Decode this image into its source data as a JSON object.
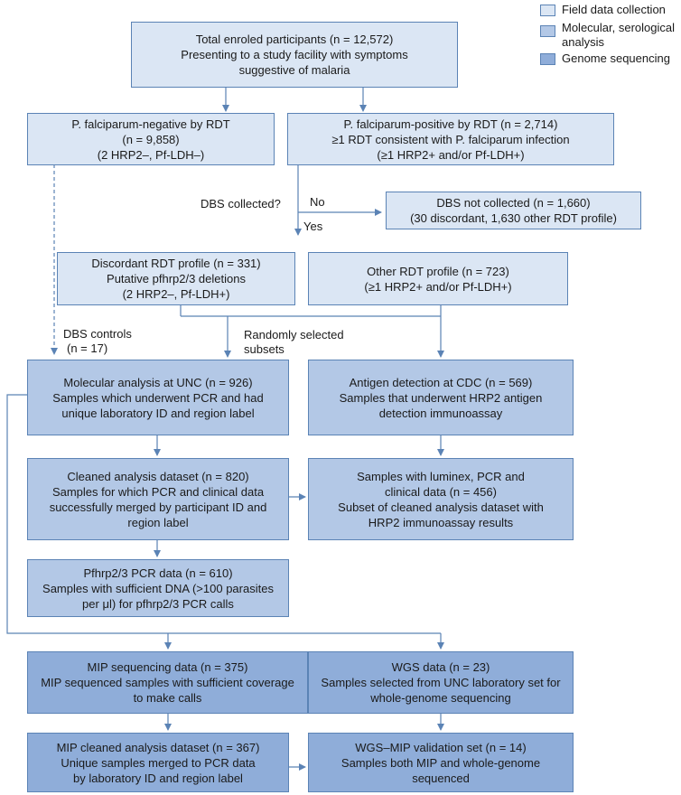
{
  "legend": {
    "field": "Field data collection",
    "molecular_line1": "Molecular, serological",
    "molecular_line2": "analysis",
    "genome": "Genome sequencing"
  },
  "boxes": {
    "total": [
      "Total enroled participants (n = 12,572)",
      "Presenting to a study facility with symptoms",
      "suggestive of malaria"
    ],
    "negative": [
      "P. falciparum-negative by RDT",
      "(n = 9,858)",
      "(2 HRP2–, Pf-LDH–)"
    ],
    "positive": [
      "P. falciparum-positive by RDT (n = 2,714)",
      "≥1 RDT consistent with P. falciparum infection",
      "(≥1 HRP2+ and/or Pf-LDH+)"
    ],
    "dbs_not": [
      "DBS not collected (n = 1,660)",
      "(30 discordant, 1,630 other RDT profile)"
    ],
    "discordant": [
      "Discordant RDT profile (n = 331)",
      "Putative pfhrp2/3 deletions",
      "(2 HRP2–, Pf-LDH+)"
    ],
    "other": [
      "Other RDT profile (n = 723)",
      "(≥1 HRP2+ and/or Pf-LDH+)"
    ],
    "unc": [
      "Molecular analysis at UNC (n = 926)",
      "Samples which underwent PCR and had",
      "unique laboratory ID and region label"
    ],
    "cdc": [
      "Antigen detection at CDC (n = 569)",
      "Samples that underwent HRP2 antigen",
      "detection immunoassay"
    ],
    "cleaned": [
      "Cleaned analysis dataset (n = 820)",
      "Samples for which PCR and clinical data",
      "successfully merged by participant ID and",
      "region label"
    ],
    "luminex": [
      "Samples with luminex, PCR and",
      "clinical data (n = 456)",
      "Subset of cleaned analysis dataset with",
      "HRP2 immunoassay results"
    ],
    "pcr": [
      "Pfhrp2/3 PCR data (n = 610)",
      "Samples with sufficient DNA (>100 parasites",
      "per μl) for pfhrp2/3 PCR calls"
    ],
    "mip": [
      "MIP sequencing data (n = 375)",
      "MIP sequenced samples with sufficient coverage",
      "to make calls"
    ],
    "wgs": [
      "WGS data (n =  23)",
      "Samples selected from UNC laboratory set for",
      "whole-genome sequencing"
    ],
    "mip_clean": [
      "MIP cleaned analysis dataset (n = 367)",
      "Unique samples merged to PCR data",
      "by laboratory ID and region label"
    ],
    "wgs_mip": [
      "WGS–MIP validation set (n = 14)",
      "Samples both MIP and whole-genome",
      "sequenced"
    ]
  },
  "labels": {
    "dbs_question": "DBS collected?",
    "no": "No",
    "yes": "Yes",
    "dbs_controls": "DBS controls",
    "dbs_controls_n": "(n = 17)",
    "random_1": "Randomly selected",
    "random_2": "subsets"
  },
  "colors": {
    "field": "#dbe6f4",
    "molecular": "#b3c8e6",
    "genome": "#8fadd9",
    "border": "#5b83b5",
    "arrow": "#5b83b5"
  }
}
